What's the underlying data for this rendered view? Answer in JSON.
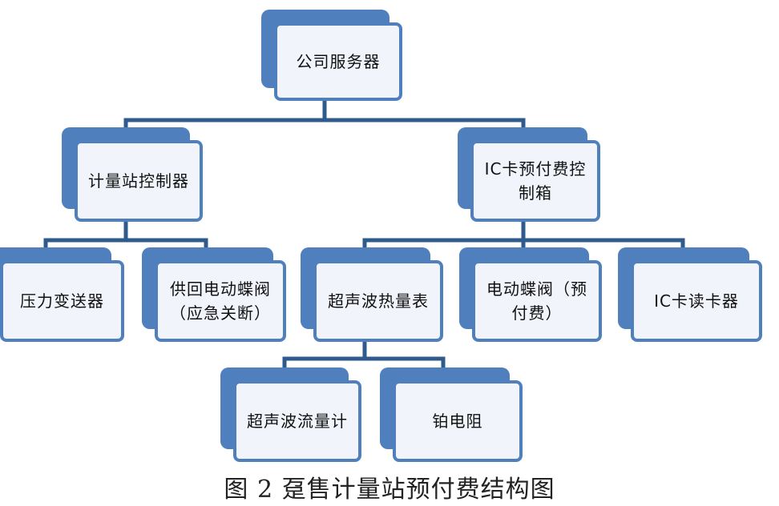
{
  "nodes": {
    "server": "公司服务器",
    "meter_controller": "计量站控制器",
    "ic_box": "IC卡预付费控制箱",
    "pressure_transmitter": "压力变送器",
    "supply_return_valve": "供回电动蝶阀（应急关断）",
    "ultrasonic_heat_meter": "超声波热量表",
    "electric_valve_prepaid": "电动蝶阀（预付费）",
    "ic_card_reader": "IC卡读卡器",
    "ultrasonic_flow_meter": "超声波流量计",
    "platinum_resistor": "铂电阻"
  },
  "caption": "图 2 趸售计量站预付费结构图",
  "colors": {
    "box_shadow": "#4f80bd",
    "box_border": "#4f80bd",
    "box_fill": "#f1f4fa",
    "connector": "#2f5a8c"
  }
}
